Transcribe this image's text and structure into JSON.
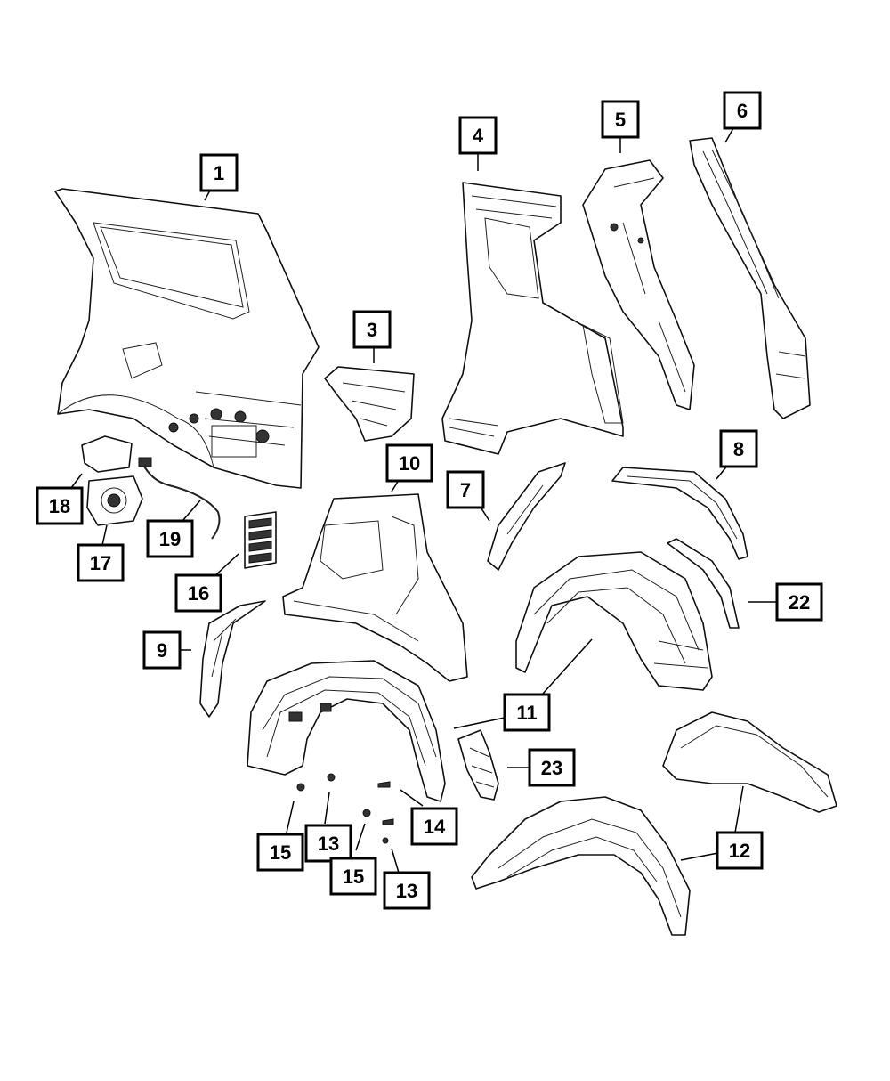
{
  "callouts": [
    {
      "id": "c1",
      "label": "1"
    },
    {
      "id": "c3",
      "label": "3"
    },
    {
      "id": "c4",
      "label": "4"
    },
    {
      "id": "c5",
      "label": "5"
    },
    {
      "id": "c6",
      "label": "6"
    },
    {
      "id": "c7",
      "label": "7"
    },
    {
      "id": "c8",
      "label": "8"
    },
    {
      "id": "c9",
      "label": "9"
    },
    {
      "id": "c10",
      "label": "10"
    },
    {
      "id": "c11",
      "label": "11"
    },
    {
      "id": "c12",
      "label": "12"
    },
    {
      "id": "c13a",
      "label": "13"
    },
    {
      "id": "c13b",
      "label": "13"
    },
    {
      "id": "c14",
      "label": "14"
    },
    {
      "id": "c15a",
      "label": "15"
    },
    {
      "id": "c15b",
      "label": "15"
    },
    {
      "id": "c16",
      "label": "16"
    },
    {
      "id": "c17",
      "label": "17"
    },
    {
      "id": "c18",
      "label": "18"
    },
    {
      "id": "c19",
      "label": "19"
    },
    {
      "id": "c22",
      "label": "22"
    },
    {
      "id": "c23",
      "label": "23"
    }
  ]
}
